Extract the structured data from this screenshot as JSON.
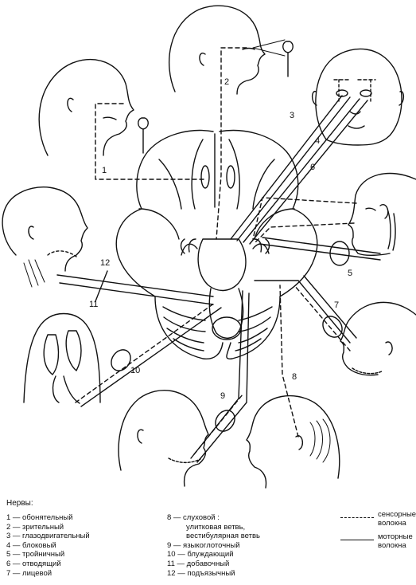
{
  "numbers": [
    "1",
    "2",
    "3",
    "4",
    "5",
    "6",
    "7",
    "8",
    "9",
    "10",
    "11",
    "12"
  ],
  "legend": {
    "title": "Нервы:",
    "col1": [
      "1 — обонятельный",
      "2 — зрительный",
      "3 — глазодвигательный",
      "4 — блоковый",
      "5 — тройничный",
      "6 — отводящий",
      "7 — лицевой"
    ],
    "col2": [
      "8 — слуховой :",
      "улитковая ветвь,",
      "вестибулярная ветвь",
      "9 — языкоглоточный",
      "10 — блуждающий",
      "11 — добавочный",
      "12 — подъязычный"
    ],
    "fibers": {
      "sensory": "сенсорные волокна",
      "motor": "моторные волокна"
    }
  },
  "colors": {
    "ink": "#111111",
    "paper": "#ffffff"
  }
}
